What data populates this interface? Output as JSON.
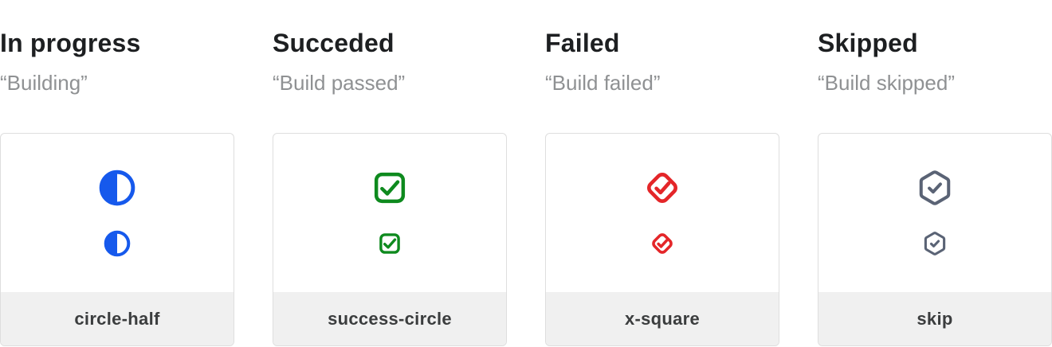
{
  "page": {
    "background": "#ffffff",
    "description_colors": {
      "title_text": "#1d1f21",
      "subtitle_text": "#8f9193",
      "card_border": "#dedede",
      "footer_background": "#f0f0f0",
      "label_text": "#3b3d3e"
    }
  },
  "columns": [
    {
      "title": "In progress",
      "subtitle": "“Building”",
      "icon": "circle-half-icon",
      "icon_color": "#1659EC",
      "label": "circle-half"
    },
    {
      "title": "Succeded",
      "subtitle": "“Build passed”",
      "icon": "check-square-icon",
      "icon_color": "#0E8A1E",
      "label": "success-circle"
    },
    {
      "title": "Failed",
      "subtitle": "“Build failed”",
      "icon": "check-diamond-icon",
      "icon_color": "#E42629",
      "label": "x-square"
    },
    {
      "title": "Skipped",
      "subtitle": "“Build skipped”",
      "icon": "check-hexagon-icon",
      "icon_color": "#5A6375",
      "label": "skip"
    }
  ]
}
